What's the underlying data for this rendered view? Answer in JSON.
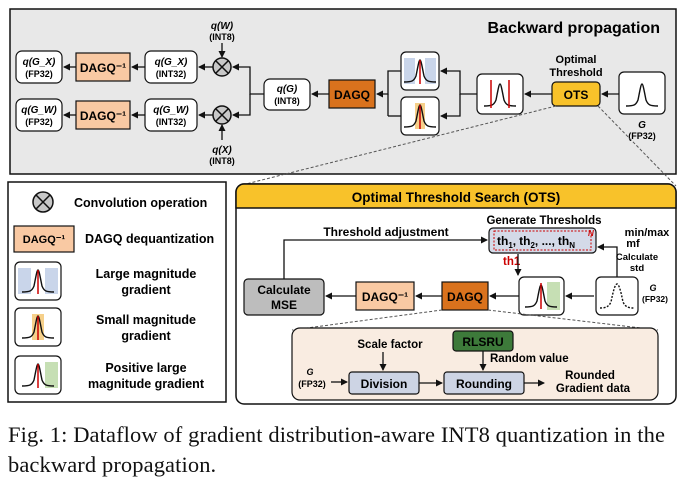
{
  "backward": {
    "title": "Backward propagation",
    "qw_top": "q(W)",
    "qw_bot": "(INT8)",
    "qx_top": "q(X)",
    "qx_bot": "(INT8)",
    "qgx_int_top": "q(G_X)",
    "qgx_int_bot": "(INT32)",
    "qgw_int_top": "q(G_W)",
    "qgw_int_bot": "(INT32)",
    "qgx_fp_top": "q(G_X)",
    "qgx_fp_bot": "(FP32)",
    "qgw_fp_top": "q(G_W)",
    "qgw_fp_bot": "(FP32)",
    "dagq_inv_1": "DAGQ⁻¹",
    "dagq_inv_2": "DAGQ⁻¹",
    "qg_top": "q(G)",
    "qg_bot": "(INT8)",
    "dagq": "DAGQ",
    "opt_threshold_1": "Optimal",
    "opt_threshold_2": "Threshold",
    "ots": "OTS",
    "g_label": "G",
    "g_fp32": "(FP32)"
  },
  "legend": {
    "conv": "Convolution operation",
    "dagq_inv_box": "DAGQ⁻¹",
    "dagq_deq": "DAGQ dequantization",
    "large_1": "Large magnitude",
    "large_2": "gradient",
    "small_1": "Small magnitude",
    "small_2": "gradient",
    "pos_1": "Positive large",
    "pos_2": "magnitude gradient"
  },
  "ots_panel": {
    "title": "Optimal Threshold Search (OTS)",
    "threshold_adjustment": "Threshold adjustment",
    "generate_thresholds": "Generate Thresholds",
    "th1": "th",
    "th2": "th",
    "thN": "th",
    "sub1": "1",
    "sub2": "2",
    "subN": "N",
    "sep1": ",",
    "sep2": ", ...,",
    "n_mark": "N",
    "th1_red": "th1",
    "minmax": "min/max",
    "mf": "mf",
    "calc_std_1": "Calculate",
    "calc_std_2": "std",
    "g_label": "G",
    "g_fp32": "(FP32)",
    "calc_mse_1": "Calculate",
    "calc_mse_2": "MSE",
    "dagq_inv": "DAGQ⁻¹",
    "dagq": "DAGQ",
    "scale_factor": "Scale factor",
    "rlsru": "RLSRU",
    "random_value": "Random value",
    "g_inner": "G",
    "g_inner_fp32": "(FP32)",
    "division": "Division",
    "rounding": "Rounding",
    "rounded_1": "Rounded",
    "rounded_2": "Gradient data"
  },
  "caption": "Fig. 1: Dataflow of gradient distribution-aware INT8 quantization in the backward propagation."
}
